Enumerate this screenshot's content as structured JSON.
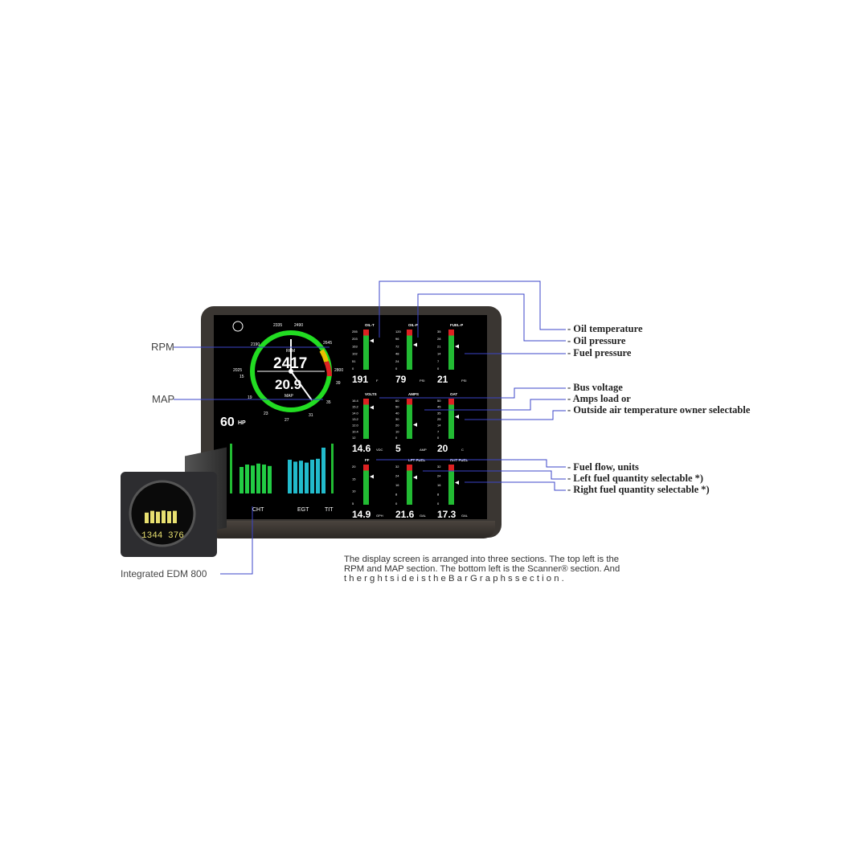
{
  "left_labels": {
    "rpm": "RPM",
    "map": "MAP",
    "edm": "Integrated EDM 800"
  },
  "callouts": [
    "- Oil temperature",
    "- Oil pressure",
    "- Fuel pressure",
    "- Bus voltage",
    "- Amps load or",
    "- Outside air temperature owner selectable",
    "- Fuel flow, units",
    "- Left fuel quantity selectable *)",
    "- Right fuel quantity selectable *)"
  ],
  "caption": [
    "The display screen is arranged into three sections. The top left is the",
    "RPM and MAP section. The bottom left is the Scanner® section. And",
    "t h e  r g h t  s i d e  i s  t h e  B a r  G r a p h s  s e c t i o n ."
  ],
  "screen": {
    "rpm_ticks": [
      "2335",
      "2490",
      "2190",
      "2645",
      "2025",
      "2800",
      "15",
      "19",
      "23",
      "27",
      "31",
      "35",
      "39"
    ],
    "rpm_value": "2417",
    "rpm_label": "RPM",
    "map_value": "20.9",
    "map_label": "MAP",
    "hp_value": "60",
    "hp_unit": "HP",
    "gauges": [
      {
        "label": "OIL-T",
        "ticks": [
          "255",
          "203",
          "163",
          "102",
          "51",
          "0"
        ],
        "value": "191",
        "unit": "F",
        "level": 0.72
      },
      {
        "label": "OIL-P",
        "ticks": [
          "120",
          "96",
          "72",
          "48",
          "24",
          "0"
        ],
        "value": "79",
        "unit": "PSI",
        "level": 0.62
      },
      {
        "label": "FUEL-P",
        "ticks": [
          "35",
          "28",
          "21",
          "14",
          "7",
          "0"
        ],
        "value": "21",
        "unit": "PSI",
        "level": 0.58
      },
      {
        "label": "VOLTS",
        "ticks": [
          "16.4",
          "15.2",
          "14.0",
          "13.2",
          "12.0",
          "10.4",
          "12"
        ],
        "value": "14.6",
        "unit": "VDC",
        "level": 0.78
      },
      {
        "label": "AMPS",
        "ticks": [
          "60",
          "50",
          "40",
          "30",
          "20",
          "10",
          "0"
        ],
        "value": "5",
        "unit": "AMP",
        "level": 0.35
      },
      {
        "label": "OAT",
        "ticks": [
          "50",
          "45",
          "35",
          "25",
          "14",
          "7",
          "0"
        ],
        "value": "20",
        "unit": "C",
        "level": 0.55
      },
      {
        "label": "FF",
        "ticks": [
          "20",
          "15",
          "10",
          "5"
        ],
        "value": "14.9",
        "unit": "GPH",
        "level": 0.7
      },
      {
        "label": "LFT FUEL",
        "ticks": [
          "32",
          "24",
          "16",
          "8",
          "0"
        ],
        "value": "21.6",
        "unit": "GAL",
        "level": 0.68
      },
      {
        "label": "RHT FUEL",
        "ticks": [
          "32",
          "24",
          "16",
          "8",
          "0"
        ],
        "value": "17.3",
        "unit": "GAL",
        "level": 0.55
      }
    ],
    "cht_label": "CHT",
    "egt_label": "EGT",
    "tit_label": "TIT",
    "cht_bars": [
      0.55,
      0.6,
      0.58,
      0.62,
      0.6,
      0.57
    ],
    "egt_bars": [
      0.7,
      0.66,
      0.68,
      0.64,
      0.7,
      0.72,
      0.95
    ],
    "edm_display": "1344 376"
  },
  "colors": {
    "cht_green": "#22cc44",
    "egt_cyan": "#22bbcc",
    "ring_green": "#22dd22",
    "redline": "#dd2222",
    "caution": "#e8c000",
    "leader_blue": "#3b44c8"
  }
}
